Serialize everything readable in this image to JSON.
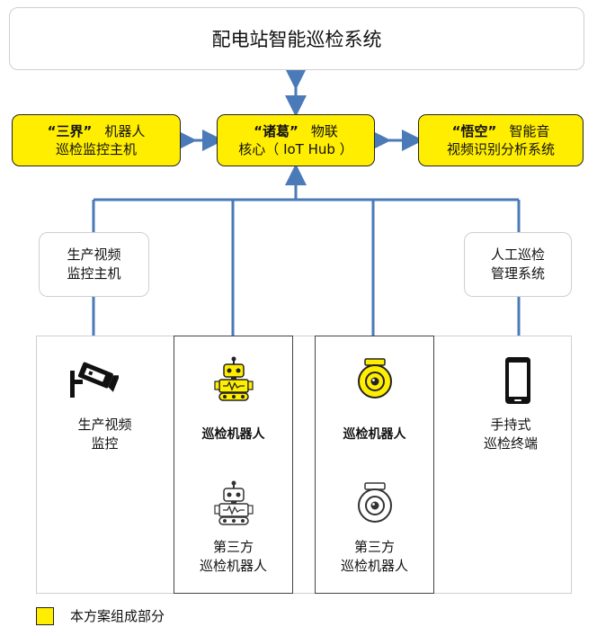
{
  "top": {
    "title": "配电站智能巡检系统"
  },
  "left_box": {
    "quote": "“三界”",
    "rest": "机器人",
    "line2": "巡检监控主机"
  },
  "center_box": {
    "quote": "“诸葛”",
    "rest": "物联",
    "line2": "核心（ IoT Hub ）"
  },
  "right_box": {
    "quote": "“悟空”",
    "rest": "智能音",
    "line2": "视频识别分析系统"
  },
  "mid_left": {
    "line1": "生产视频",
    "line2": "监控主机"
  },
  "mid_right": {
    "line1": "人工巡检",
    "line2": "管理系统"
  },
  "panels": {
    "video": {
      "line1": "生产视频",
      "line2": "监控"
    },
    "robot1": {
      "label": "巡检机器人",
      "third_line1": "第三方",
      "third_line2": "巡检机器人"
    },
    "robot2": {
      "label": "巡检机器人",
      "third_line1": "第三方",
      "third_line2": "巡检机器人"
    },
    "handheld": {
      "line1": "手持式",
      "line2": "巡检终端"
    }
  },
  "legend": {
    "text": "本方案组成部分"
  },
  "colors": {
    "accent_yellow": "#ffee00",
    "connector_blue": "#4a7ab8",
    "border_gray": "#cfcfcf"
  }
}
